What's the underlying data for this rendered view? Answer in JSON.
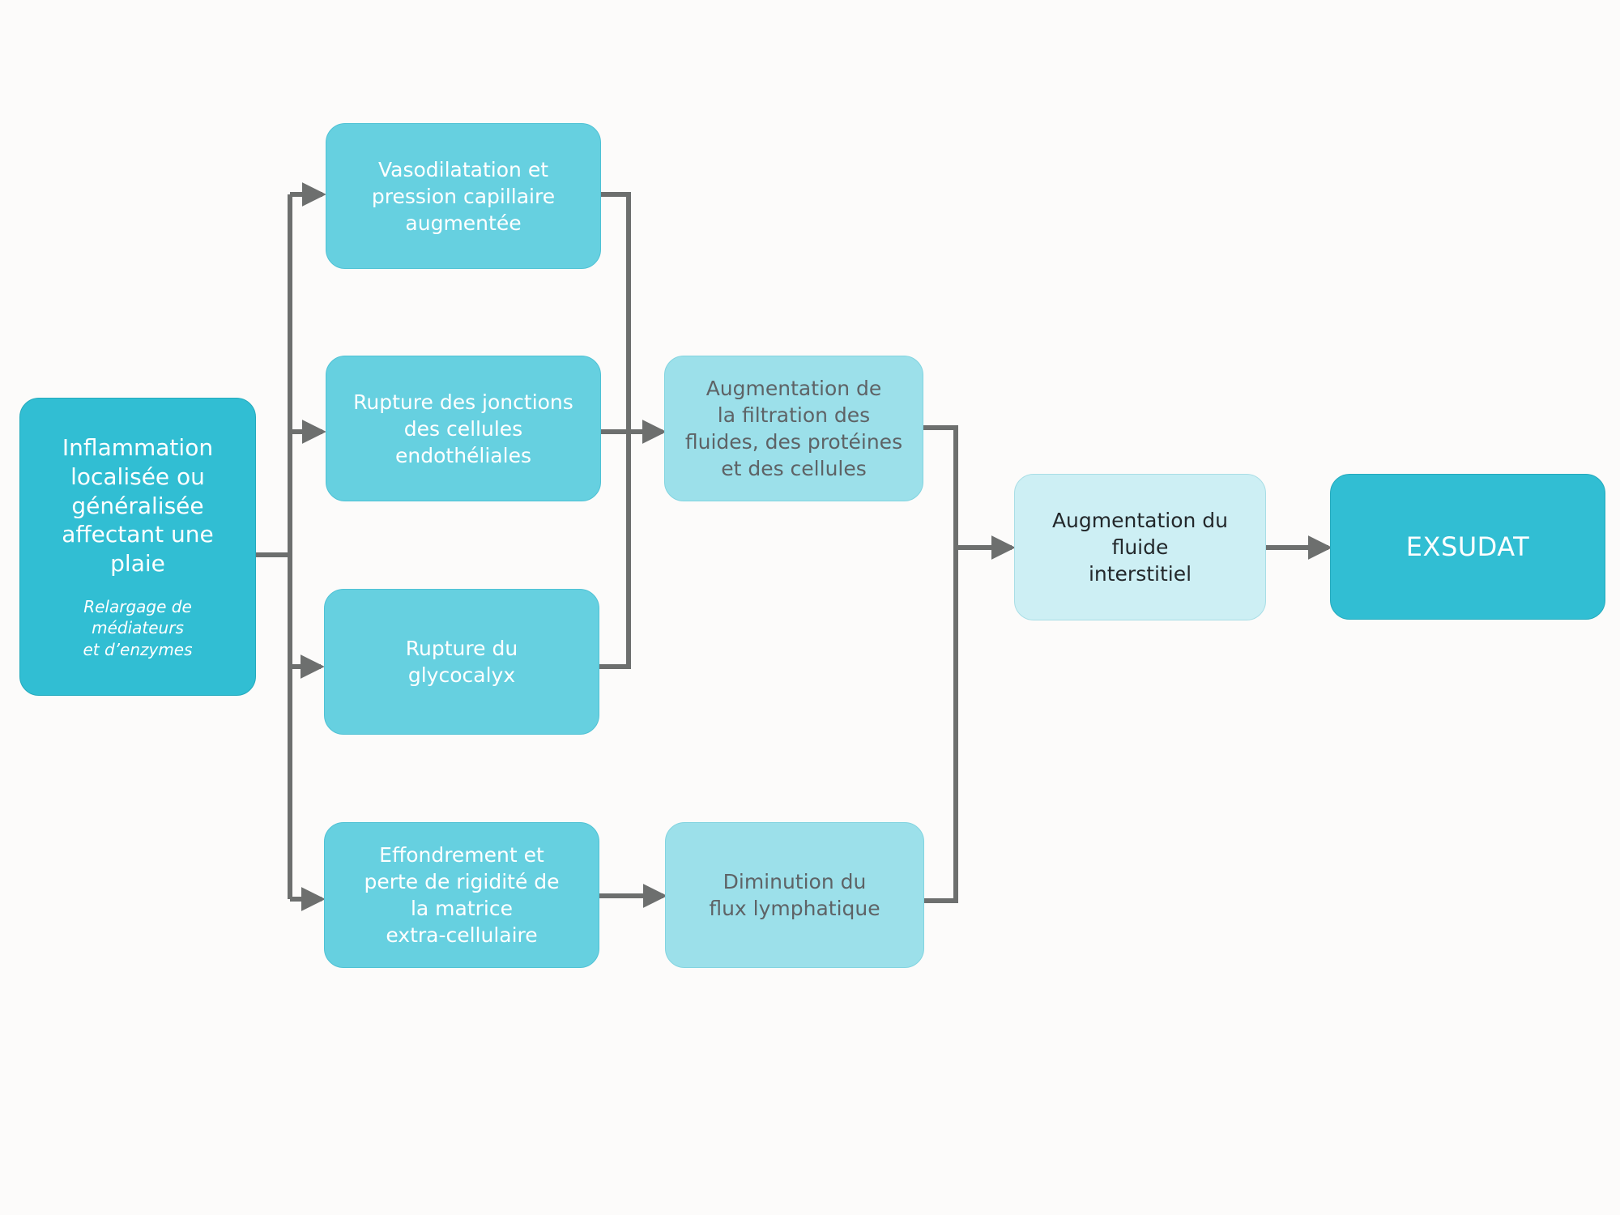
{
  "diagram": {
    "colors": {
      "dark_node": "#31bed3",
      "mid_node": "#66d0e0",
      "light_node": "#9ce0ea",
      "pale_node": "#cdeff4",
      "connector": "#6d6f6e",
      "background": "#fcfbfa"
    },
    "nodes": {
      "inflammation": {
        "title": "Inflammation\nlocalisée ou\ngénéralisée\naffectant une plaie",
        "subtitle": "Relargage de médiateurs\net d’enzymes"
      },
      "vasodilatation": {
        "label": "Vasodilatation et\npression capillaire\naugmentée"
      },
      "jonctions": {
        "label": "Rupture des jonctions\ndes cellules\nendothéliales"
      },
      "glycocalyx": {
        "label": "Rupture du\nglycocalyx"
      },
      "effondrement": {
        "label": "Effondrement et\nperte de rigidité de\nla matrice\nextra-cellulaire"
      },
      "filtration": {
        "label": "Augmentation de\nla filtration des\nfluides, des protéines\net des cellules"
      },
      "lymphatique": {
        "label": "Diminution du\nflux lymphatique"
      },
      "fluide": {
        "label": "Augmentation du fluide\ninterstitiel"
      },
      "exsudat": {
        "label": "EXSUDAT"
      }
    },
    "edges": [
      {
        "from": "inflammation",
        "to": "vasodilatation"
      },
      {
        "from": "inflammation",
        "to": "jonctions"
      },
      {
        "from": "inflammation",
        "to": "glycocalyx"
      },
      {
        "from": "inflammation",
        "to": "effondrement"
      },
      {
        "from": "vasodilatation",
        "to": "filtration"
      },
      {
        "from": "jonctions",
        "to": "filtration"
      },
      {
        "from": "glycocalyx",
        "to": "filtration"
      },
      {
        "from": "effondrement",
        "to": "lymphatique"
      },
      {
        "from": "filtration",
        "to": "fluide"
      },
      {
        "from": "lymphatique",
        "to": "fluide"
      },
      {
        "from": "fluide",
        "to": "exsudat"
      }
    ]
  }
}
